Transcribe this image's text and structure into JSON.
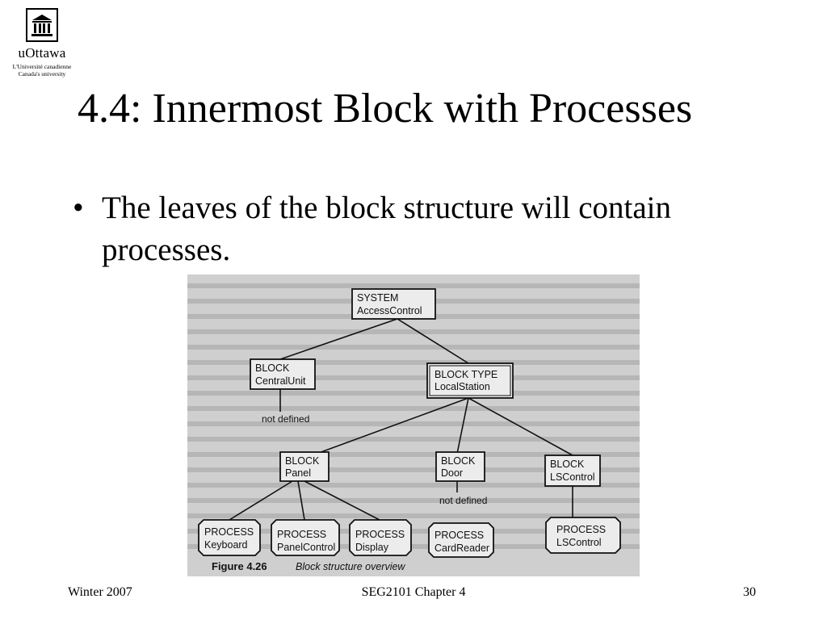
{
  "logo": {
    "name": "uOttawa",
    "subtitle_line1": "L'Université canadienne",
    "subtitle_line2": "Canada's university"
  },
  "slide": {
    "title": "4.4: Innermost Block with Processes",
    "bullets": [
      {
        "symbol": "•",
        "text": "The leaves of the block structure will contain processes."
      }
    ]
  },
  "figure": {
    "caption_label": "Figure 4.26",
    "caption_text": "Block structure overview",
    "nodes": {
      "system": {
        "kind": "SYSTEM",
        "name": "AccessControl"
      },
      "central_unit": {
        "kind": "BLOCK",
        "name": "CentralUnit"
      },
      "local_station": {
        "kind": "BLOCK TYPE",
        "name": "LocalStation"
      },
      "panel": {
        "kind": "BLOCK",
        "name": "Panel"
      },
      "door": {
        "kind": "BLOCK",
        "name": "Door"
      },
      "ls_control": {
        "kind": "BLOCK",
        "name": "LSControl"
      },
      "p_keyboard": {
        "kind": "PROCESS",
        "name": "Keyboard"
      },
      "p_panelcontrol": {
        "kind": "PROCESS",
        "name": "PanelControl"
      },
      "p_display": {
        "kind": "PROCESS",
        "name": "Display"
      },
      "p_cardreader": {
        "kind": "PROCESS",
        "name": "CardReader"
      },
      "p_lscontrol": {
        "kind": "PROCESS",
        "name": "LSControl"
      }
    },
    "edge_labels": {
      "central_unit": "not defined",
      "door": "not defined"
    }
  },
  "footer": {
    "left": "Winter 2007",
    "center": "SEG2101 Chapter 4",
    "right": "30"
  }
}
